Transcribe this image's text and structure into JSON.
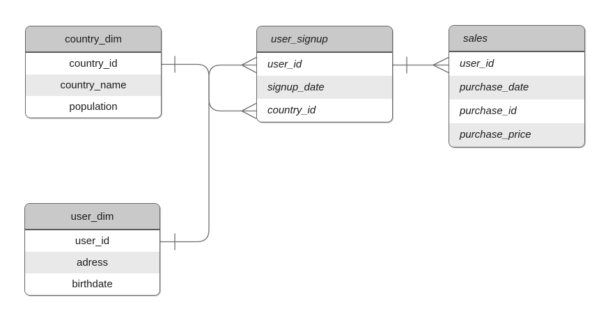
{
  "colors": {
    "header_fill": "#c9c9c9",
    "row_fill": "#ffffff",
    "row_alt_fill": "#e9e9e9",
    "border": "#666666",
    "edge": "#6e6e6e",
    "text": "#1a1a1a",
    "background": "#ffffff"
  },
  "entities": {
    "country_dim": {
      "title": "country_dim",
      "fields": [
        "country_id",
        "country_name",
        "population"
      ],
      "text_style": "regular-centered"
    },
    "user_signup": {
      "title": "user_signup",
      "fields": [
        "user_id",
        "signup_date",
        "country_id"
      ],
      "text_style": "italic-left"
    },
    "sales": {
      "title": "sales",
      "fields": [
        "user_id",
        "purchase_date",
        "purchase_id",
        "purchase_price"
      ],
      "text_style": "italic-left"
    },
    "user_dim": {
      "title": "user_dim",
      "fields": [
        "user_id",
        "adress",
        "birthdate"
      ],
      "text_style": "regular-centered"
    }
  },
  "relationships": [
    {
      "from": "country_dim.country_id",
      "to": "user_signup.country_id",
      "from_cardinality": "one",
      "to_cardinality": "many",
      "notation": "crow-foot"
    },
    {
      "from": "user_dim.user_id",
      "to": "user_signup.user_id",
      "from_cardinality": "one",
      "to_cardinality": "many",
      "notation": "crow-foot"
    },
    {
      "from": "user_signup.user_id",
      "to": "sales.user_id",
      "from_cardinality": "one",
      "to_cardinality": "many",
      "notation": "crow-foot"
    }
  ]
}
